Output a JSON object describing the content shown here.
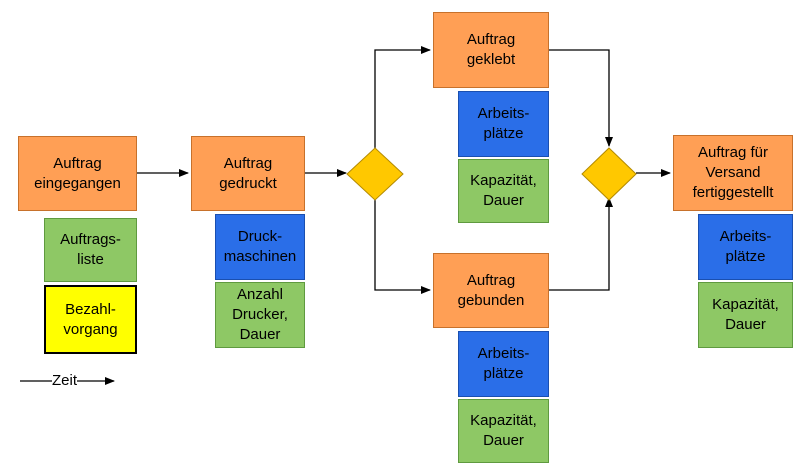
{
  "colors": {
    "event": "#ff9f55",
    "resource": "#2a6ee8",
    "data": "#8ec865",
    "info": "#ffff00",
    "connector": "#ffc800"
  },
  "nodes": {
    "auftrag_eingegangen": "Auftrag\neingegangen",
    "auftragsliste": "Auftrags-\nliste",
    "bezahlvorgang": "Bezahl-\nvorgang",
    "auftrag_gedruckt": "Auftrag\ngedruckt",
    "druckmaschinen": "Druck-\nmaschinen",
    "anzahl_drucker_dauer": "Anzahl\nDrucker,\nDauer",
    "auftrag_geklebt": "Auftrag\ngeklebt",
    "arbeitsplaetze_geklebt": "Arbeits-\nplätze",
    "kapazitaet_geklebt": "Kapazität,\nDauer",
    "auftrag_gebunden": "Auftrag\ngebunden",
    "arbeitsplaetze_gebunden": "Arbeits-\nplätze",
    "kapazitaet_gebunden": "Kapazität,\nDauer",
    "auftrag_versand": "Auftrag für\nVersand\nfertiggestellt",
    "arbeitsplaetze_versand": "Arbeits-\nplätze",
    "kapazitaet_versand": "Kapazität,\nDauer"
  },
  "legend": {
    "label": "Zeit"
  }
}
